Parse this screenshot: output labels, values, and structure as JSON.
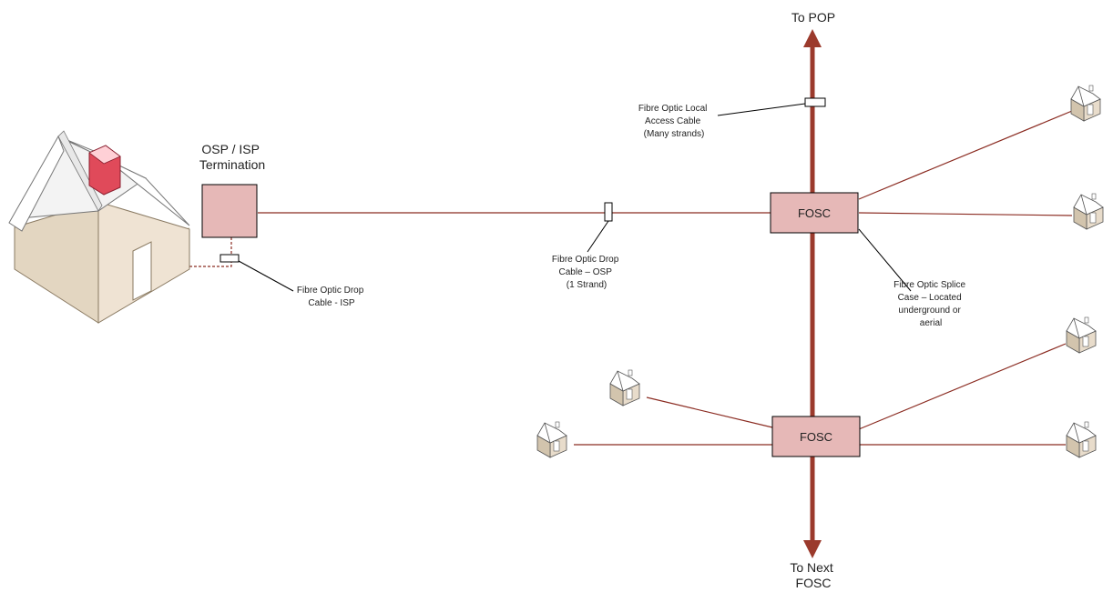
{
  "colors": {
    "cable": "#8b2c22",
    "trunk": "#9b3a2c",
    "box_fill": "#e6b8b7",
    "box_stroke": "#000000",
    "house_wall": "#efe3d3",
    "house_wall_shade": "#cdbfa8",
    "house_roof": "#ffffff",
    "chimney": "#e04a5a"
  },
  "labels": {
    "to_pop": "To POP",
    "to_next": [
      "To Next",
      "FOSC"
    ],
    "termination": [
      "OSP / ISP",
      "Termination"
    ],
    "drop_isp": [
      "Fibre Optic Drop",
      "Cable - ISP"
    ],
    "drop_osp": [
      "Fibre Optic Drop",
      "Cable – OSP",
      "(1 Strand)"
    ],
    "local_access": [
      "Fibre Optic Local",
      "Access Cable",
      "(Many strands)"
    ],
    "splice_case": [
      "Fibre Optic Splice",
      "Case – Located",
      "underground or",
      "aerial"
    ],
    "fosc_upper": "FOSC",
    "fosc_lower": "FOSC"
  },
  "icons": {
    "main_house": "house-icon",
    "small_house": "small-house-icon"
  }
}
